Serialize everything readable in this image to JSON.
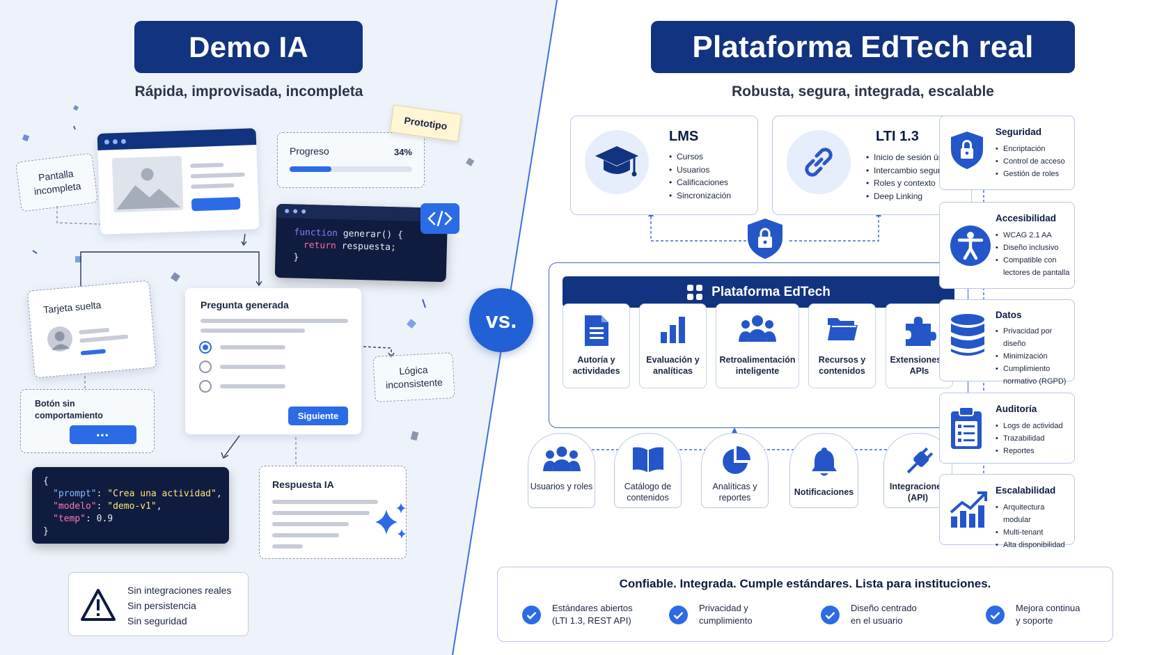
{
  "left": {
    "title": "Demo IA",
    "subtitle": "Rápida, improvisada, incompleta",
    "notes": {
      "pantalla": "Pantalla incompleta",
      "prototipo": "Prototipo",
      "tarjeta": "Tarjeta suelta",
      "boton": "Botón sin comportamiento",
      "logica": "Lógica inconsistente"
    },
    "progress": {
      "label": "Progreso",
      "value_text": "34%",
      "value": 0.34
    },
    "code": {
      "line1_kw": "function",
      "line1_rest": " generar() {",
      "line2_kw": "return",
      "line2_rest": " respuesta;",
      "line3": "}"
    },
    "question": {
      "title": "Pregunta generada",
      "button": "Siguiente"
    },
    "button_dots": "•••",
    "json_code": {
      "open": "{",
      "prompt_key": "\"prompt\"",
      "prompt_val": "\"Crea una actividad\"",
      "modelo_key": "\"modelo\"",
      "modelo_val": "\"demo-v1\"",
      "temp_key": "\"temp\"",
      "temp_val": "0.9",
      "close": "}"
    },
    "ai_response": {
      "title": "Respuesta IA"
    },
    "warning": [
      "Sin integraciones reales",
      "Sin persistencia",
      "Sin seguridad"
    ]
  },
  "vs": "vs.",
  "right": {
    "title": "Plataforma EdTech real",
    "subtitle": "Robusta, segura, integrada, escalable",
    "lms": {
      "title": "LMS",
      "items": [
        "Cursos",
        "Usuarios",
        "Calificaciones",
        "Sincronización"
      ]
    },
    "lti": {
      "title": "LTI 1.3",
      "items": [
        "Inicio de sesión único",
        "Intercambio seguro",
        "Roles y contexto",
        "Deep Linking"
      ]
    },
    "platform": {
      "title": "Plataforma EdTech"
    },
    "modules": [
      {
        "label": "Autoría y actividades",
        "icon": "document-icon"
      },
      {
        "label": "Evaluación y analíticas",
        "icon": "bar-chart-icon"
      },
      {
        "label": "Retroalimentación inteligente",
        "icon": "people-icon"
      },
      {
        "label": "Recursos y contenidos",
        "icon": "folder-icon"
      },
      {
        "label": "Extensiones y APIs",
        "icon": "puzzle-icon"
      }
    ],
    "services": [
      {
        "label": "Usuarios y roles",
        "icon": "users-icon"
      },
      {
        "label": "Catálogo de contenidos",
        "icon": "book-icon"
      },
      {
        "label": "Analíticas y reportes",
        "icon": "pie-chart-icon"
      },
      {
        "label": "Notificaciones",
        "icon": "bell-icon"
      },
      {
        "label": "Integraciones (API)",
        "icon": "plug-icon"
      }
    ],
    "panels": [
      {
        "title": "Seguridad",
        "items": [
          "Encriptación",
          "Control de acceso",
          "Gestión de roles"
        ]
      },
      {
        "title": "Accesibilidad",
        "items": [
          "WCAG 2.1 AA",
          "Diseño inclusivo",
          "Compatible con lectores de pantalla"
        ]
      },
      {
        "title": "Datos",
        "items": [
          "Privacidad por diseño",
          "Minimización",
          "Cumplimiento normativo (RGPD)"
        ]
      },
      {
        "title": "Auditoría",
        "items": [
          "Logs de actividad",
          "Trazabilidad",
          "Reportes"
        ]
      },
      {
        "title": "Escalabilidad",
        "items": [
          "Arquitectura modular",
          "Multi-tenant",
          "Alta disponibilidad"
        ]
      }
    ],
    "footer": {
      "headline": "Confiable. Integrada. Cumple estándares. Lista para instituciones.",
      "items": [
        [
          "Estándares abiertos",
          "(LTI 1.3, REST API)"
        ],
        [
          "Privacidad y",
          "cumplimiento"
        ],
        [
          "Diseño centrado",
          "en el usuario"
        ],
        [
          "Mejora continua",
          "y soporte"
        ]
      ]
    }
  },
  "colors": {
    "navy": "#12337f",
    "accent": "#2b6be6",
    "dark_code": "#0f1c3f",
    "left_bg": "#eef3fb"
  }
}
